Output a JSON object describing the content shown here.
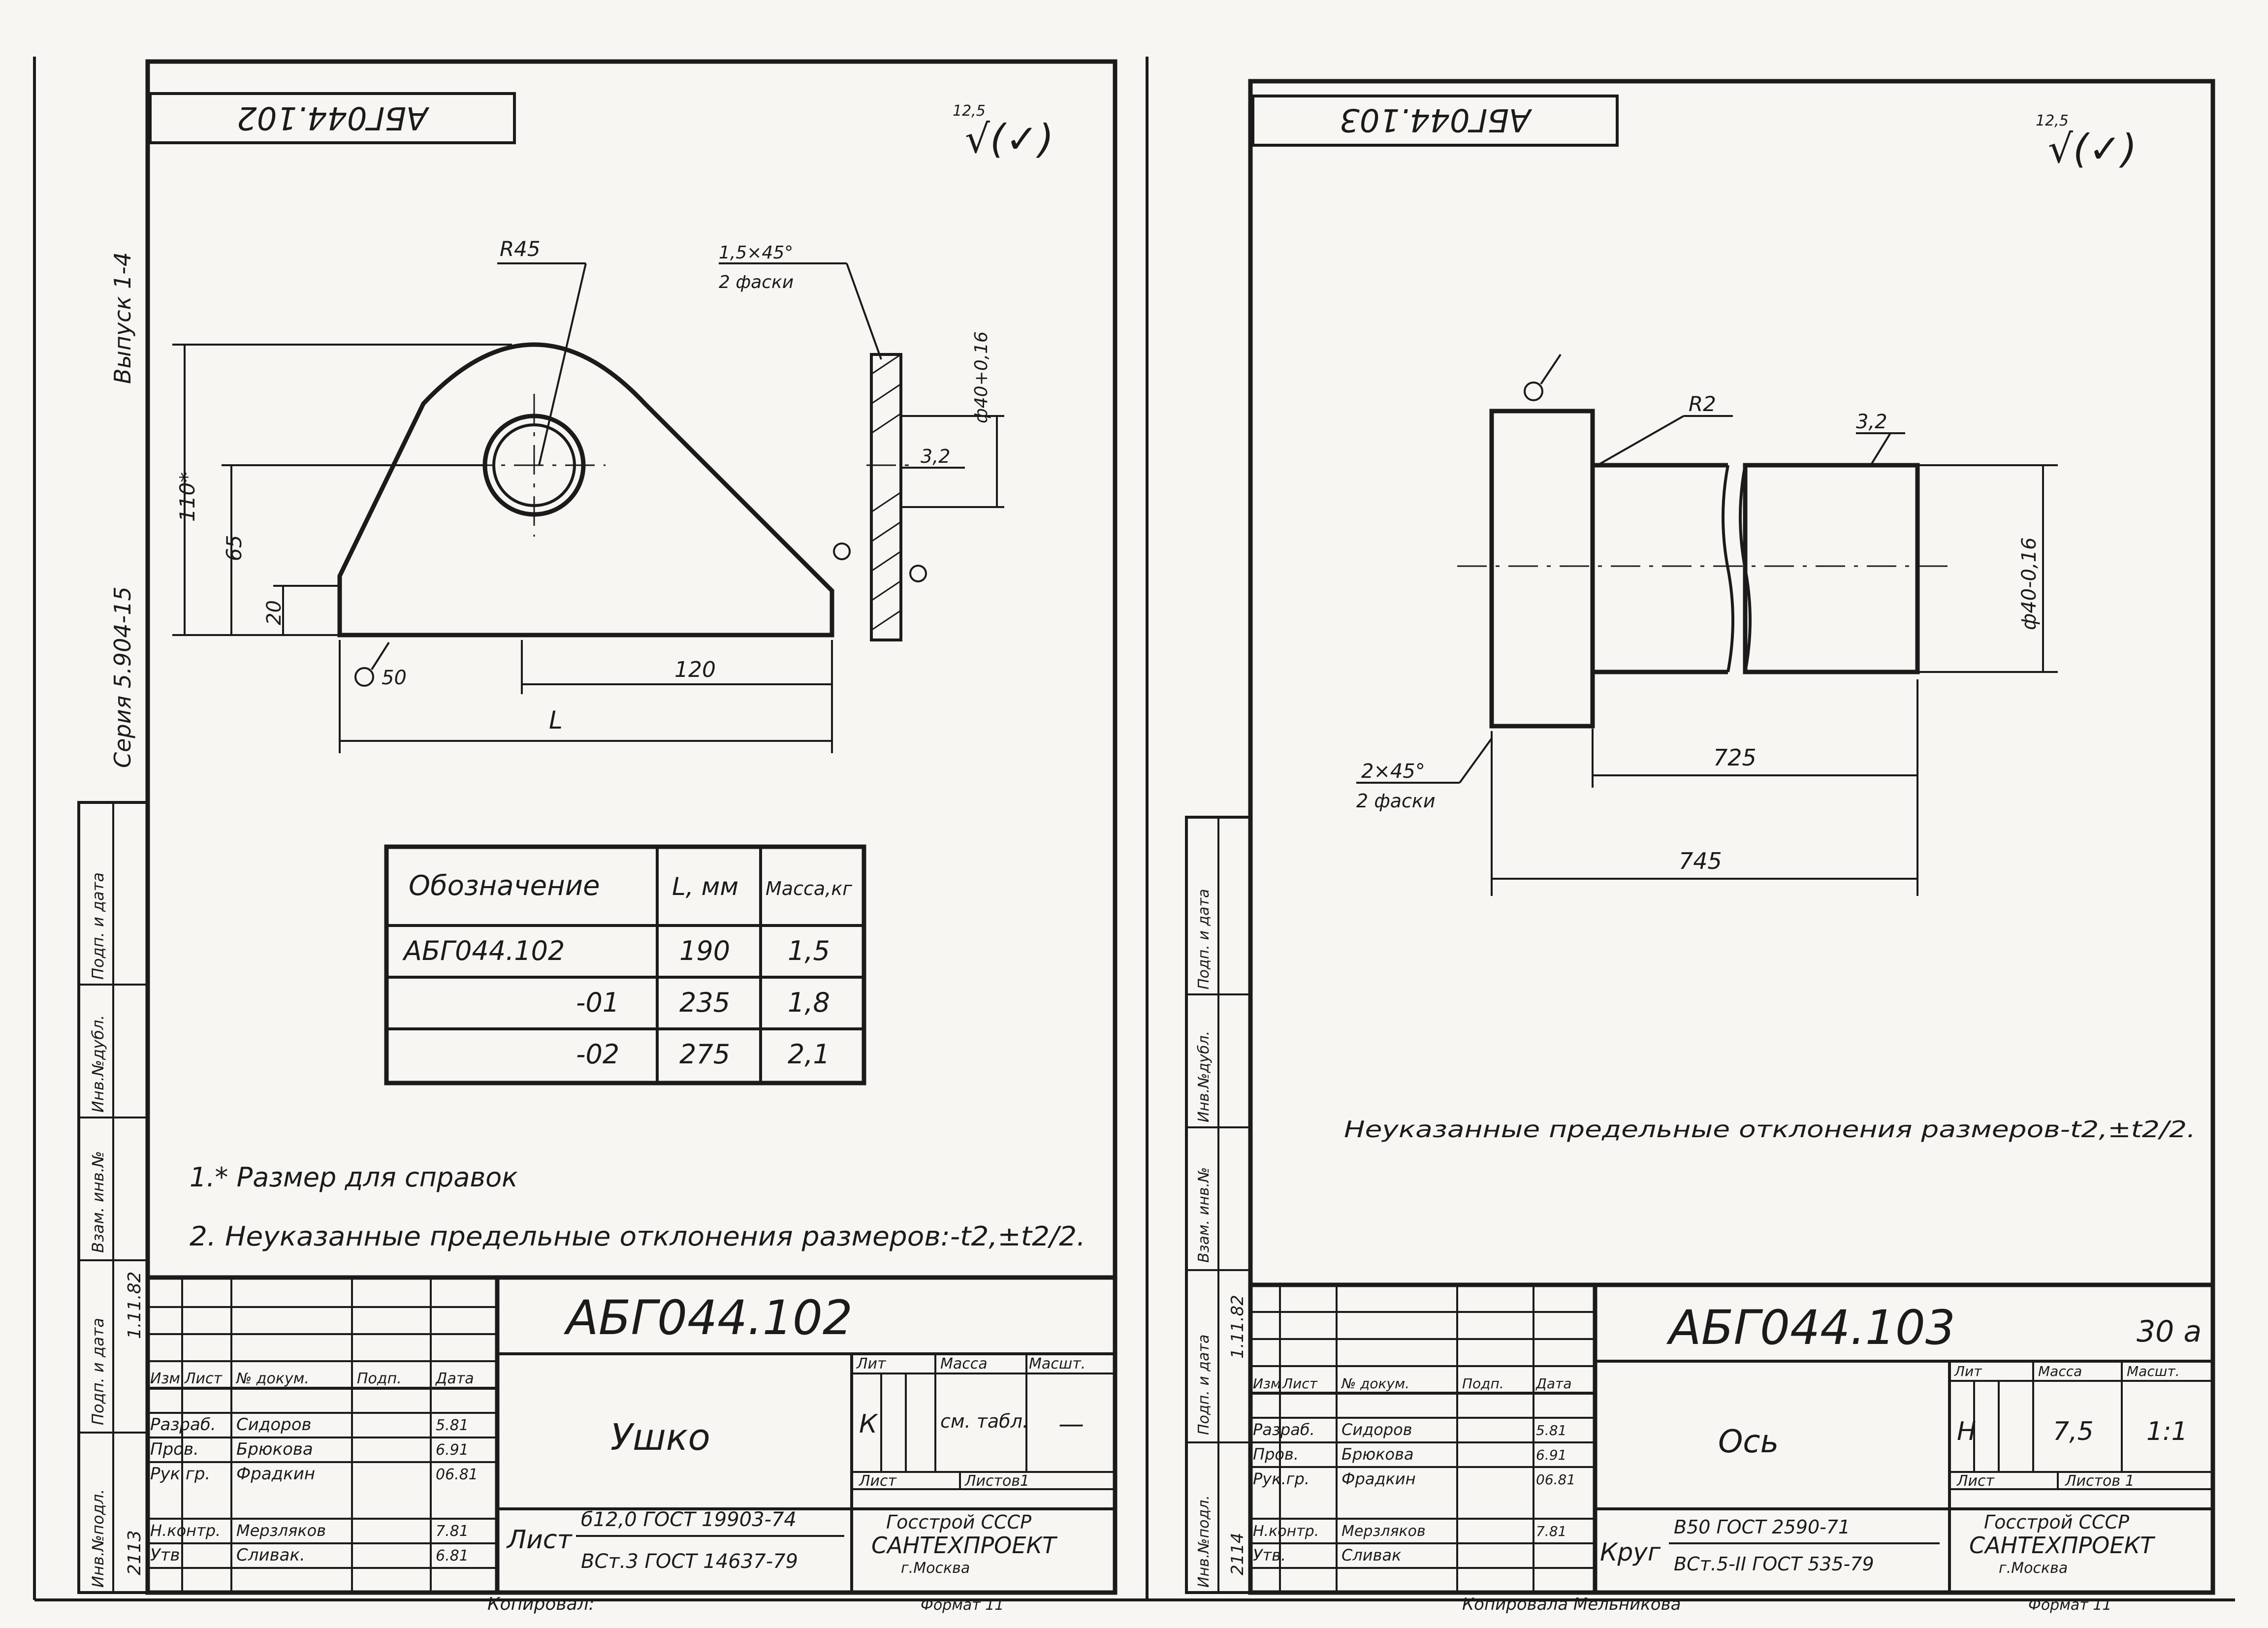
{
  "sheet_left": {
    "top_stamp": "АБГ044.102",
    "roughness_value": "12,5",
    "roughness_symbol": "√(✓)",
    "side_series": "Серия 5.904-15",
    "side_issue": "Выпуск 1-4",
    "dims": {
      "r45": "R45",
      "chamfer": "1,5×45°",
      "chamfer_note": "2 фаски",
      "hole_dia": "ф40+0,16",
      "rough_32": "3,2",
      "h110": "110*",
      "h65": "65",
      "h20": "20",
      "d50": "50",
      "w120": "120",
      "wL": "L"
    },
    "table": {
      "headers": [
        "Обозначение",
        "L, мм",
        "Масса,кг"
      ],
      "rows": [
        [
          "АБГ044.102",
          "190",
          "1,5"
        ],
        [
          "-01",
          "235",
          "1,8"
        ],
        [
          "-02",
          "275",
          "2,1"
        ]
      ]
    },
    "notes": [
      "1.* Размер для справок",
      "2. Неуказанные предельные отклонения размеров:-t2,±t2/2."
    ],
    "title_block": {
      "doc_no": "АБГ044.102",
      "name": "Ушко",
      "material_label": "Лист",
      "material_1": "б12,0 ГОСТ 19903-74",
      "material_2": "ВСт.3 ГОСТ 14637-79",
      "lit_hdr": "Лит",
      "mass_hdr": "Масса",
      "scale_hdr": "Масшт.",
      "lit": "К",
      "mass": "см. табл.",
      "scale": "—",
      "sheet": "Лист",
      "sheets": "Листов1",
      "org1": "Госстрой СССР",
      "org2": "САНТЕХПРОЕКТ",
      "org3": "г.Москва",
      "rev_cols": [
        "Изм",
        "Лист",
        "№ докум.",
        "Подп.",
        "Дата"
      ],
      "roles": [
        {
          "role": "Разраб.",
          "name": "Сидоров",
          "date": "5.81"
        },
        {
          "role": "Пров.",
          "name": "Брюкова",
          "date": "6.91"
        },
        {
          "role": "Рук.гр.",
          "name": "Фрадкин",
          "date": "06.81"
        },
        {
          "role": "Н.контр.",
          "name": "Мерзляков",
          "date": "7.81"
        },
        {
          "role": "Утв.",
          "name": "Сливак.",
          "date": "6.81"
        }
      ],
      "left_strip": [
        "Инв.№подл.",
        "Подп. и дата",
        "Взам. инв.№",
        "Инв.№дубл.",
        "Подп. и дата"
      ],
      "inv_no": "2113",
      "inv_date": "1.11.82",
      "footer_left": "Копировал:",
      "footer_right": "Формат 11"
    }
  },
  "sheet_right": {
    "top_stamp": "АБГ044.103",
    "roughness_value": "12,5",
    "roughness_symbol": "√(✓)",
    "dims": {
      "r2": "R2",
      "rough_32": "3,2",
      "dia": "ф40-0,16",
      "chamfer": "2×45°",
      "chamfer_note": "2 фаски",
      "l725": "725",
      "l745": "745"
    },
    "note": "Неуказанные предельные отклонения размеров-t2,±t2/2.",
    "title_block": {
      "doc_no": "АБГ044.103",
      "sheet_num": "30 а",
      "name": "Ось",
      "material_label": "Круг",
      "material_1": "В50 ГОСТ 2590-71",
      "material_2": "ВСт.5-II ГОСТ 535-79",
      "lit_hdr": "Лит",
      "mass_hdr": "Масса",
      "scale_hdr": "Масшт.",
      "lit": "Н",
      "mass": "7,5",
      "scale": "1:1",
      "sheet": "Лист",
      "sheets": "Листов 1",
      "org1": "Госстрой СССР",
      "org2": "САНТЕХПРОЕКТ",
      "org3": "г.Москва",
      "rev_cols": [
        "Изм",
        "Лист",
        "№ докум.",
        "Подп.",
        "Дата"
      ],
      "roles": [
        {
          "role": "Разраб.",
          "name": "Сидоров",
          "date": "5.81"
        },
        {
          "role": "Пров.",
          "name": "Брюкова",
          "date": "6.91"
        },
        {
          "role": "Рук.гр.",
          "name": "Фрадкин",
          "date": "06.81"
        },
        {
          "role": "Н.контр.",
          "name": "Мерзляков",
          "date": "7.81"
        },
        {
          "role": "Утв.",
          "name": "Сливак",
          "date": ""
        }
      ],
      "left_strip": [
        "Инв.№подл.",
        "Подп. и дата",
        "Взам. инв.№",
        "Инв.№дубл.",
        "Подп. и дата"
      ],
      "inv_no": "2114",
      "inv_date": "1.11.82",
      "footer_left": "Копировала Мельникова",
      "footer_right": "Формат 11"
    }
  }
}
